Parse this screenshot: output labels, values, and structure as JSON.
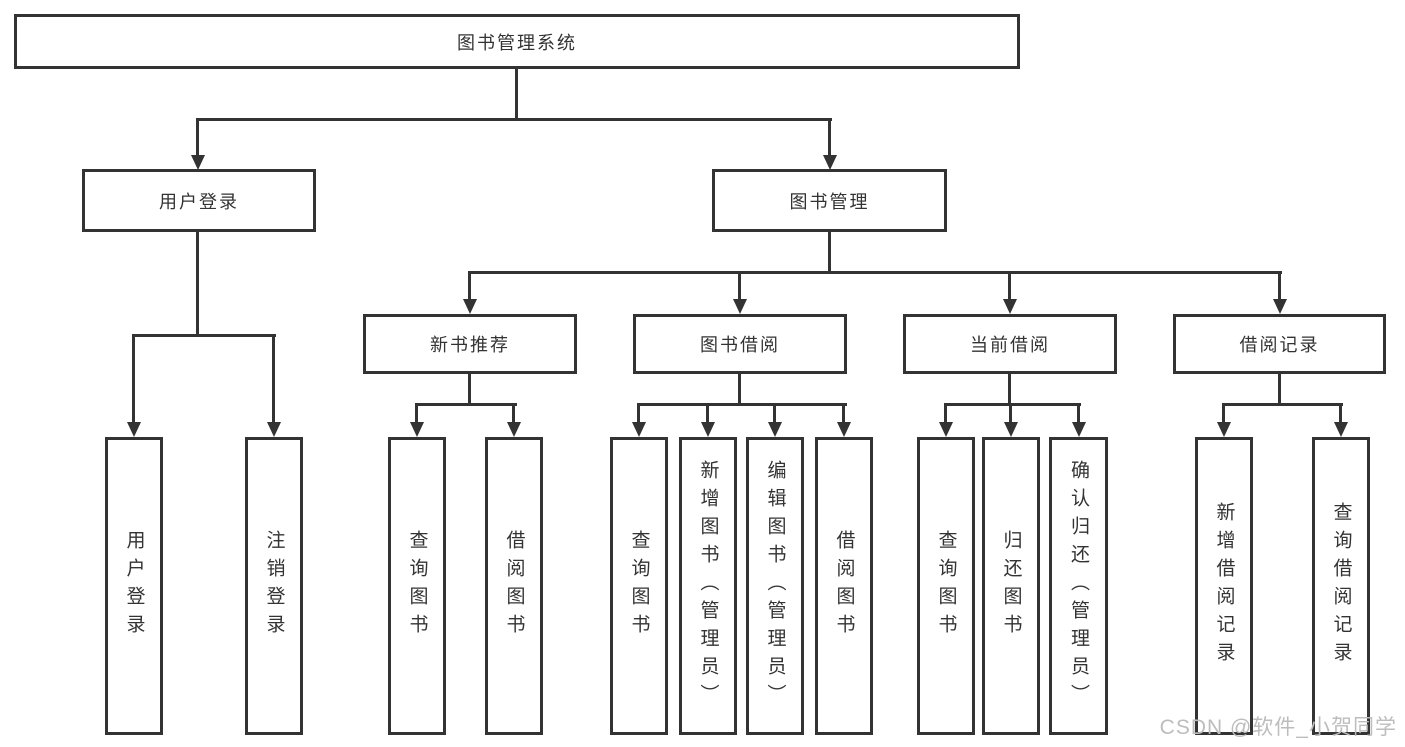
{
  "tree": {
    "label": "图书管理系统",
    "children": [
      {
        "label": "用户登录",
        "children": [
          {
            "label": "用户登录"
          },
          {
            "label": "注销登录"
          }
        ]
      },
      {
        "label": "图书管理",
        "children": [
          {
            "label": "新书推荐",
            "children": [
              {
                "label": "查询图书"
              },
              {
                "label": "借阅图书"
              }
            ]
          },
          {
            "label": "图书借阅",
            "children": [
              {
                "label": "查询图书"
              },
              {
                "label": "新增图书（管理员）"
              },
              {
                "label": "编辑图书（管理员）"
              },
              {
                "label": "借阅图书"
              }
            ]
          },
          {
            "label": "当前借阅",
            "children": [
              {
                "label": "查询图书"
              },
              {
                "label": "归还图书"
              },
              {
                "label": "确认归还（管理员）"
              }
            ]
          },
          {
            "label": "借阅记录",
            "children": [
              {
                "label": "新增借阅记录"
              },
              {
                "label": "查询借阅记录"
              }
            ]
          }
        ]
      }
    ]
  },
  "watermark": "CSDN @软件_小贺同学",
  "colors": {
    "line": "#333333",
    "text": "#333333",
    "watermark": "#bdbdbd",
    "background": "#ffffff"
  }
}
